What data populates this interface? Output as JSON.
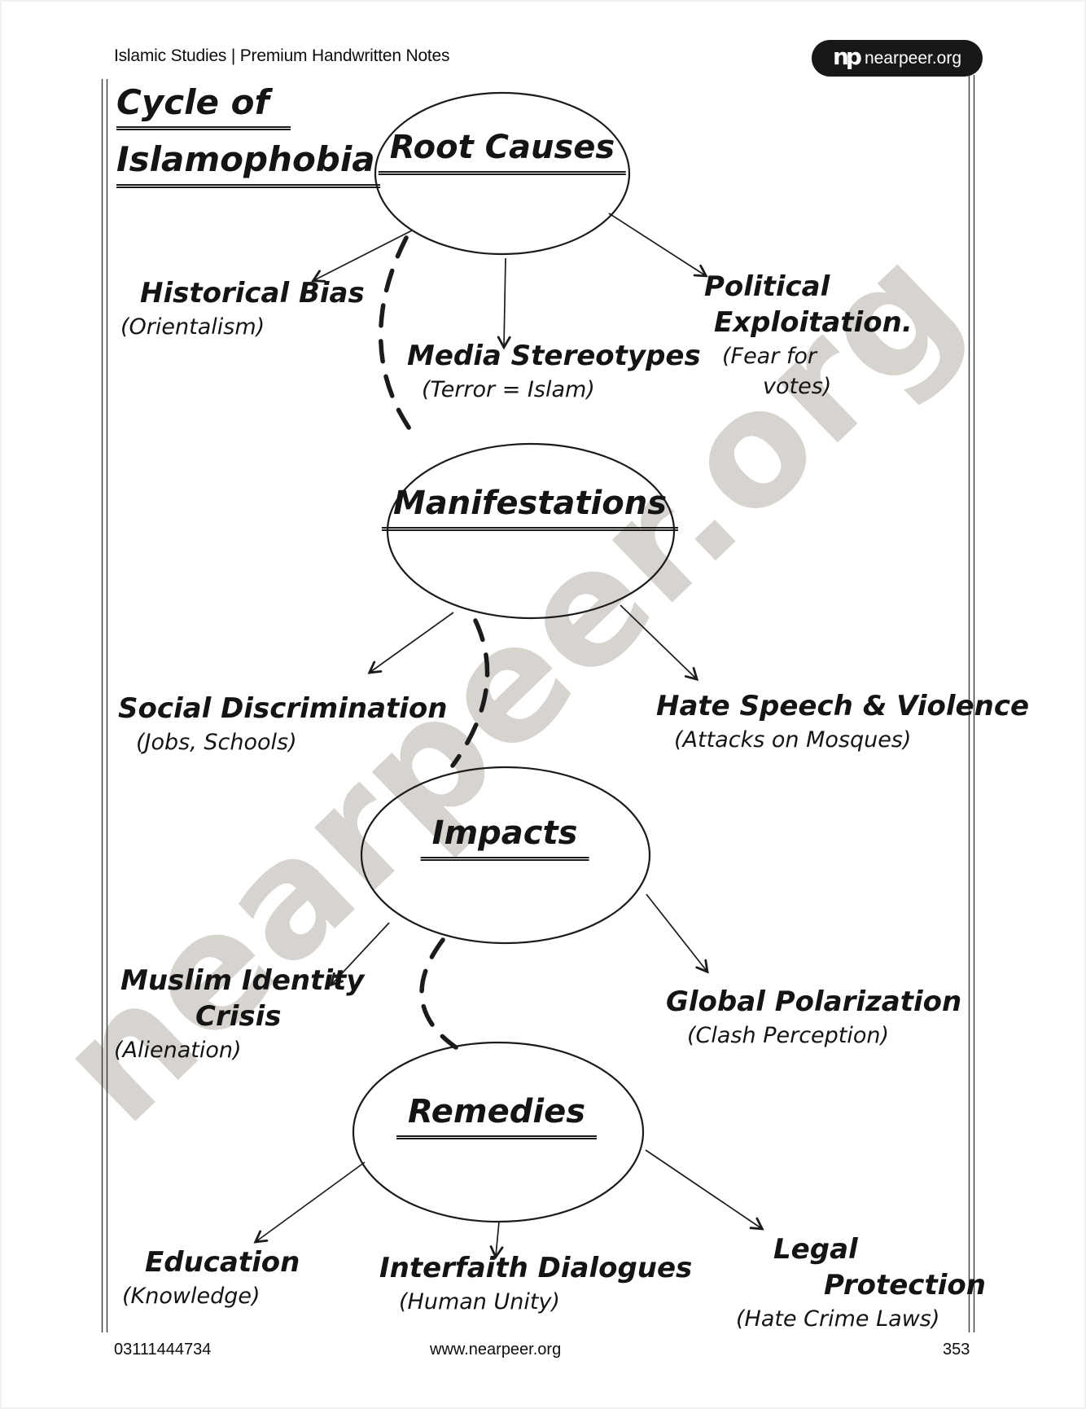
{
  "header": {
    "title": "Islamic Studies | Premium Handwritten Notes",
    "brand": {
      "monogram": "np",
      "label": "nearpeer.org"
    }
  },
  "watermark": "nearpeer.org",
  "heading": {
    "line1": "Cycle of",
    "line2": "Islamophobia"
  },
  "diagram": {
    "nodes": {
      "root_causes": "Root Causes",
      "manifestations": "Manifestations",
      "impacts": "Impacts",
      "remedies": "Remedies"
    },
    "branches": {
      "historical_bias": {
        "title": "Historical Bias",
        "note": "(Orientalism)"
      },
      "media_stereotypes": {
        "title": "Media Stereotypes",
        "note": "(Terror = Islam)"
      },
      "political_exploitation": {
        "title_line1": "Political",
        "title_line2": "Exploitation.",
        "note_line1": "(Fear for",
        "note_line2": "votes)"
      },
      "social_discrimination": {
        "title": "Social Discrimination",
        "note": "(Jobs, Schools)"
      },
      "hate_speech": {
        "title": "Hate Speech & Violence",
        "note": "(Attacks on Mosques)"
      },
      "muslim_identity": {
        "title_line1": "Muslim Identity",
        "title_line2": "Crisis",
        "note": "(Alienation)"
      },
      "global_polarization": {
        "title": "Global Polarization",
        "note": "(Clash Perception)"
      },
      "education": {
        "title": "Education",
        "note": "(Knowledge)"
      },
      "interfaith": {
        "title": "Interfaith Dialogues",
        "note": "(Human Unity)"
      },
      "legal_protection": {
        "title_line1": "Legal",
        "title_line2": "Protection",
        "note": "(Hate Crime Laws)"
      }
    }
  },
  "footer": {
    "phone": "03111444734",
    "website": "www.nearpeer.org",
    "page": "353"
  },
  "colors": {
    "ink": "#1b1b1b",
    "watermark": "#d7d4cf",
    "badge_bg": "#181818"
  }
}
